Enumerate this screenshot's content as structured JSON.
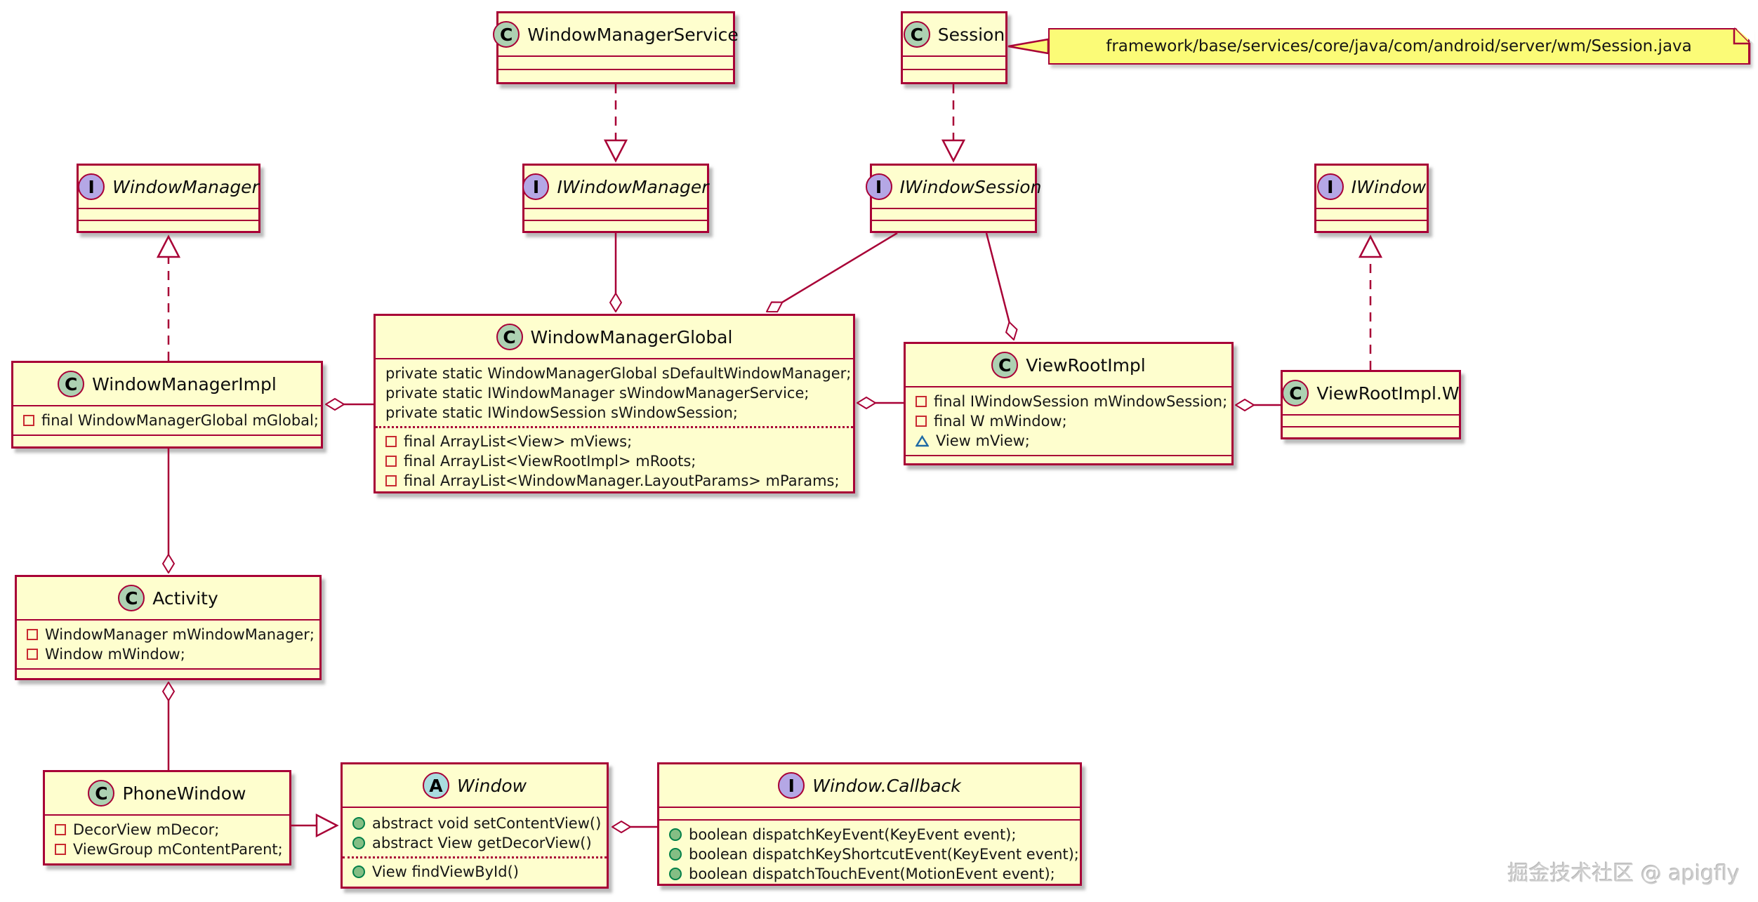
{
  "note": "framework/base/services/core/java/com/android/server/wm/Session.java",
  "watermark": "掘金技术社区 @ apigfly",
  "colors": {
    "box_fill": "#FEFECE",
    "border": "#A80036",
    "class_icon": "#ADD1B2",
    "interface_icon": "#B4A7E5",
    "abstract_icon": "#A9DCDF",
    "note_fill": "#FBFB77",
    "private_icon": "#C82930",
    "public_icon_fill": "#84BE84",
    "public_icon_border": "#038048",
    "package_icon": "#1F6AA5"
  },
  "classes": {
    "wms": {
      "badge": "C",
      "name": "WindowManagerService"
    },
    "session": {
      "badge": "C",
      "name": "Session"
    },
    "windowmanager": {
      "badge": "I",
      "name": "WindowManager"
    },
    "iwindowmanager": {
      "badge": "I",
      "name": "IWindowManager"
    },
    "iwindowsession": {
      "badge": "I",
      "name": "IWindowSession"
    },
    "iwindow": {
      "badge": "I",
      "name": "IWindow"
    },
    "wmi": {
      "badge": "C",
      "name": "WindowManagerImpl",
      "fields": [
        "final WindowManagerGlobal mGlobal;"
      ]
    },
    "wmg": {
      "badge": "C",
      "name": "WindowManagerGlobal",
      "static_fields": [
        "private static WindowManagerGlobal sDefaultWindowManager;",
        "private static IWindowManager sWindowManagerService;",
        "private static IWindowSession sWindowSession;"
      ],
      "fields": [
        "final ArrayList<View> mViews;",
        "final ArrayList<ViewRootImpl> mRoots;",
        "final ArrayList<WindowManager.LayoutParams> mParams;"
      ]
    },
    "vri": {
      "badge": "C",
      "name": "ViewRootImpl",
      "fields": [
        "final IWindowSession mWindowSession;",
        "final W mWindow;",
        "View mView;"
      ]
    },
    "vriw": {
      "badge": "C",
      "name": "ViewRootImpl.W"
    },
    "activity": {
      "badge": "C",
      "name": "Activity",
      "fields": [
        "WindowManager mWindowManager;",
        "Window mWindow;"
      ]
    },
    "phonewindow": {
      "badge": "C",
      "name": "PhoneWindow",
      "fields": [
        "DecorView mDecor;",
        "ViewGroup mContentParent;"
      ]
    },
    "window": {
      "badge": "A",
      "name": "Window",
      "methods": [
        "abstract void setContentView()",
        "abstract View getDecorView()"
      ],
      "methods2": [
        "View findViewById()"
      ]
    },
    "callback": {
      "badge": "I",
      "name": "Window.Callback",
      "methods": [
        "boolean dispatchKeyEvent(KeyEvent event);",
        "boolean dispatchKeyShortcutEvent(KeyEvent event);",
        "boolean dispatchTouchEvent(MotionEvent event);"
      ]
    }
  }
}
